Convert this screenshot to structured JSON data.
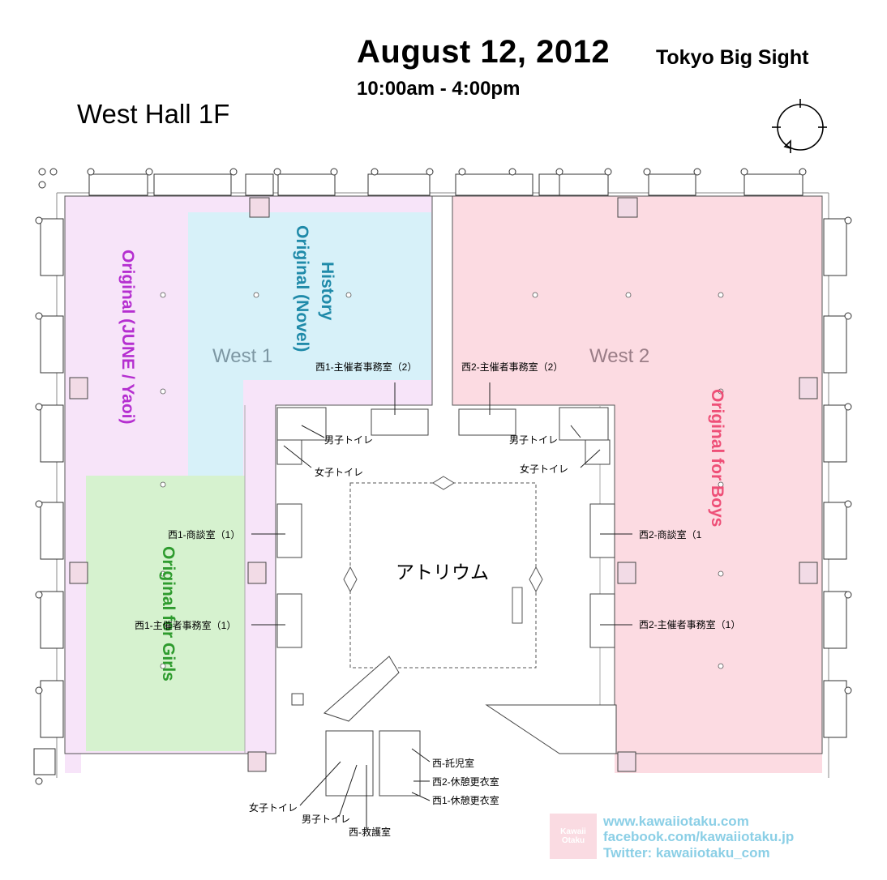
{
  "header": {
    "date": "August 12, 2012",
    "venue": "Tokyo Big Sight",
    "hours": "10:00am - 4:00pm",
    "floor": "West Hall 1F"
  },
  "halls": {
    "west1": "West 1",
    "west2": "West 2"
  },
  "zones": [
    {
      "id": "june",
      "label": "Original (JUNE / Yaoi)",
      "color": "#b52fd0",
      "fill": "#f7e4f9"
    },
    {
      "id": "history",
      "label": "History",
      "color": "#1f8aa9",
      "fill": "#d7f1f9"
    },
    {
      "id": "novel",
      "label": "Original (Novel)",
      "color": "#1f8aa9",
      "fill": "#d7f1f9"
    },
    {
      "id": "girls",
      "label": "Original for Girls",
      "color": "#2e9b2e",
      "fill": "#d6f2cf"
    },
    {
      "id": "boys",
      "label": "Original for Boys",
      "color": "#ee4f77",
      "fill": "#fcdbe2"
    }
  ],
  "rooms": {
    "office1_2": "西1-主催者事務室（2）",
    "office2_2": "西2-主催者事務室（2）",
    "mens_toilet_w1": "男子トイレ",
    "mens_toilet_w2": "男子トイレ",
    "womens_toilet_w1": "女子トイレ",
    "womens_toilet_w2": "女子トイレ",
    "meeting1": "西1-商談室（1）",
    "meeting2": "西2-商談室（1",
    "office1_1": "西1-主催者事務室（1）",
    "office2_1": "西2-主催者事務室（1）",
    "atrium": "アトリウム",
    "nursery": "西-託児室",
    "rest2": "西2-休憩更衣室",
    "rest1": "西1-休憩更衣室",
    "womens_toilet_s": "女子トイレ",
    "mens_toilet_s": "男子トイレ",
    "first_aid": "西-救護室"
  },
  "footer": {
    "website": "www.kawaiiotaku.com",
    "facebook": "facebook.com/kawaiiotaku.jp",
    "twitter": "Twitter: kawaiiotaku_com",
    "logo_line1": "Kawaii",
    "logo_line2": "Otaku"
  },
  "compass_icon": "compass-icon"
}
